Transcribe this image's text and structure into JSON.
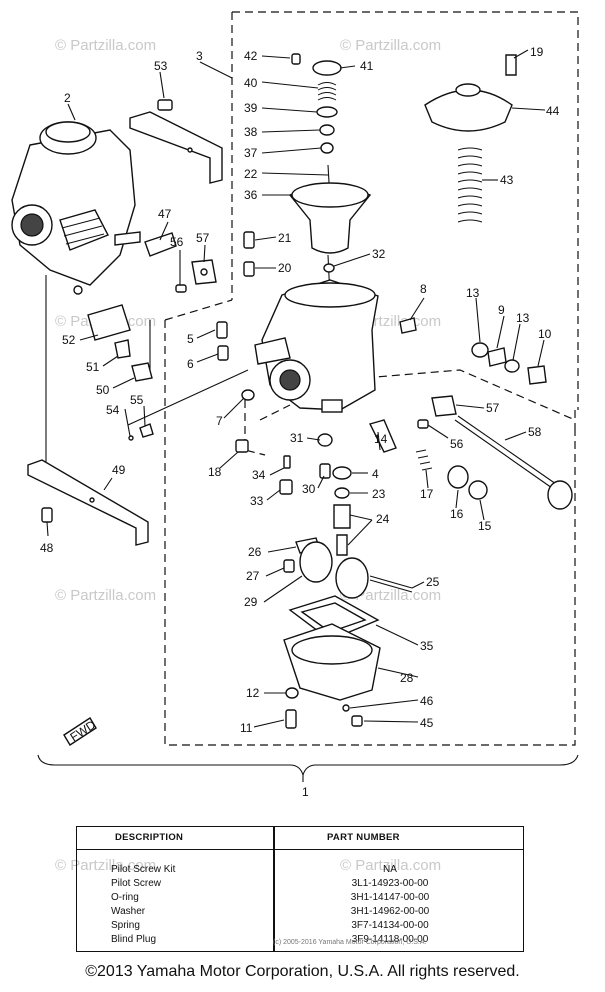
{
  "watermark": "© Partzilla.com",
  "callouts": {
    "c1": "1",
    "c2": "2",
    "c3": "3",
    "c4": "4",
    "c5": "5",
    "c6": "6",
    "c7": "7",
    "c8": "8",
    "c9": "9",
    "c10": "10",
    "c11": "11",
    "c12": "12",
    "c13a": "13",
    "c13b": "13",
    "c14": "14",
    "c15": "15",
    "c16": "16",
    "c17": "17",
    "c18": "18",
    "c19": "19",
    "c20": "20",
    "c21": "21",
    "c22": "22",
    "c23": "23",
    "c24": "24",
    "c25": "25",
    "c26": "26",
    "c27": "27",
    "c28": "28",
    "c29": "29",
    "c30": "30",
    "c31": "31",
    "c32": "32",
    "c33": "33",
    "c34": "34",
    "c35": "35",
    "c36": "36",
    "c37": "37",
    "c38": "38",
    "c39": "39",
    "c40": "40",
    "c41": "41",
    "c42": "42",
    "c43": "43",
    "c44": "44",
    "c45": "45",
    "c46": "46",
    "c47": "47",
    "c48": "48",
    "c49": "49",
    "c50": "50",
    "c51": "51",
    "c52": "52",
    "c53": "53",
    "c54": "54",
    "c55": "55",
    "c56a": "56",
    "c56b": "56",
    "c57a": "57",
    "c57b": "57",
    "c58": "58"
  },
  "fwd_label": "FWD",
  "table": {
    "header_description": "DESCRIPTION",
    "header_part_number": "PART NUMBER",
    "rows": [
      {
        "description": "Pilot Screw Kit",
        "part_number": "NA"
      },
      {
        "description": "Pilot Screw",
        "part_number": "3L1-14923-00-00"
      },
      {
        "description": "O-ring",
        "part_number": "3H1-14147-00-00"
      },
      {
        "description": "Washer",
        "part_number": "3H1-14962-00-00"
      },
      {
        "description": "Spring",
        "part_number": "3F7-14134-00-00"
      },
      {
        "description": "Blind Plug",
        "part_number": "3F9-14118-00-00"
      }
    ],
    "watermark": "(c) 2005-2016 Yamaha Motor Corporation, U.S.A."
  },
  "copyright": "©2013 Yamaha Motor Corporation, U.S.A. All rights reserved."
}
